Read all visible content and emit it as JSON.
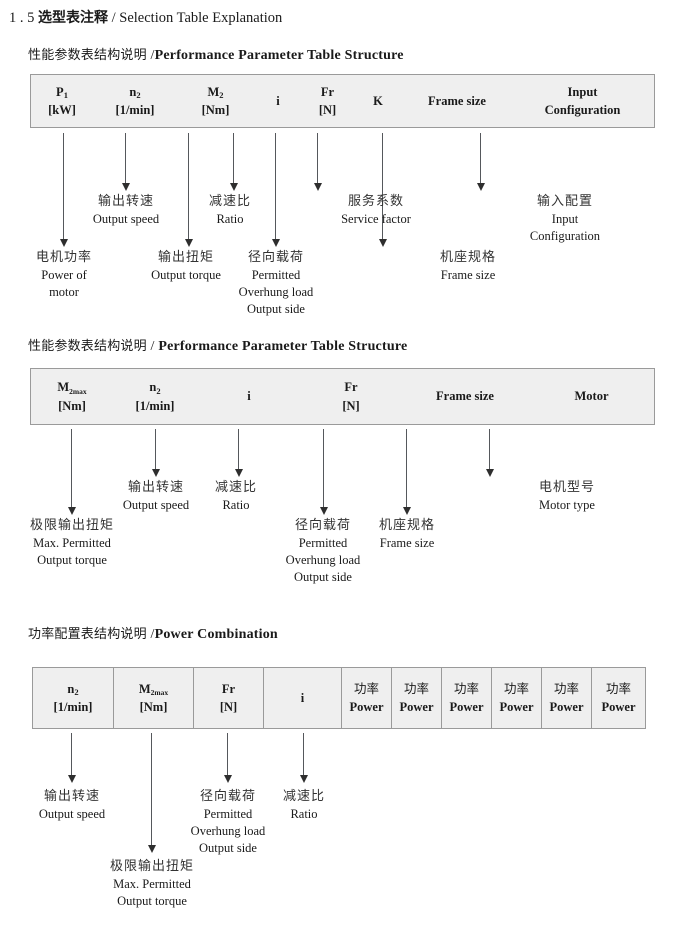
{
  "document": {
    "section_number": "1 . 5",
    "title_cn": "选型表注释",
    "separator": "/",
    "title_en": "Selection Table Explanation"
  },
  "sections": [
    {
      "heading_cn": "性能参数表结构说明",
      "heading_sep": "/",
      "heading_en": "Performance Parameter Table Structure",
      "table": {
        "ruled": false,
        "columns": [
          {
            "symbol": "P",
            "sub": "1",
            "unit": "[kW]"
          },
          {
            "symbol": "n",
            "sub": "2",
            "unit": "[1/min]"
          },
          {
            "symbol": "M",
            "sub": "2",
            "unit": "[Nm]"
          },
          {
            "symbol": "i",
            "sub": "",
            "unit": ""
          },
          {
            "symbol": "Fr",
            "sub": "",
            "unit": "[N]"
          },
          {
            "symbol": "K",
            "sub": "",
            "unit": ""
          },
          {
            "symbol": "Frame size",
            "sub": "",
            "unit": ""
          },
          {
            "symbol": "Input",
            "sub": "",
            "unit": "Configuration"
          }
        ]
      },
      "annotations": [
        {
          "cn": "电机功率",
          "en": [
            "Power of",
            "motor"
          ]
        },
        {
          "cn": "输出转速",
          "en": [
            "Output speed"
          ]
        },
        {
          "cn": "输出扭矩",
          "en": [
            "Output torque"
          ]
        },
        {
          "cn": "减速比",
          "en": [
            "Ratio"
          ]
        },
        {
          "cn": "径向载荷",
          "en": [
            "Permitted",
            "Overhung load",
            "Output side"
          ]
        },
        {
          "cn": "服务系数",
          "en": [
            "Service factor"
          ]
        },
        {
          "cn": "机座规格",
          "en": [
            "Frame size"
          ]
        },
        {
          "cn": "输入配置",
          "en": [
            "Input",
            "Configuration"
          ]
        }
      ]
    },
    {
      "heading_cn": "性能参数表结构说明",
      "heading_sep": "/",
      "heading_en": "Performance Parameter Table Structure",
      "table": {
        "ruled": false,
        "columns": [
          {
            "symbol": "M",
            "sub": "2max",
            "unit": "[Nm]"
          },
          {
            "symbol": "n",
            "sub": "2",
            "unit": "[1/min]"
          },
          {
            "symbol": "i",
            "sub": "",
            "unit": ""
          },
          {
            "symbol": "Fr",
            "sub": "",
            "unit": "[N]"
          },
          {
            "symbol": "Frame size",
            "sub": "",
            "unit": ""
          },
          {
            "symbol": "Motor",
            "sub": "",
            "unit": ""
          }
        ]
      },
      "annotations": [
        {
          "cn": "极限输出扭矩",
          "en": [
            "Max. Permitted",
            "Output  torque"
          ]
        },
        {
          "cn": "输出转速",
          "en": [
            "Output speed"
          ]
        },
        {
          "cn": "减速比",
          "en": [
            "Ratio"
          ]
        },
        {
          "cn": "径向载荷",
          "en": [
            "Permitted",
            "Overhung load",
            "Output side"
          ]
        },
        {
          "cn": "机座规格",
          "en": [
            "Frame size"
          ]
        },
        {
          "cn": "电机型号",
          "en": [
            "Motor type"
          ]
        }
      ]
    },
    {
      "heading_cn": "功率配置表结构说明",
      "heading_sep": "/",
      "heading_en": "Power Combination",
      "table": {
        "ruled": true,
        "columns": [
          {
            "symbol": "n",
            "sub": "2",
            "unit": "[1/min]"
          },
          {
            "symbol": "M",
            "sub": "2max",
            "unit": "[Nm]"
          },
          {
            "symbol": "Fr",
            "sub": "",
            "unit": "[N]"
          },
          {
            "symbol": "i",
            "sub": "",
            "unit": ""
          },
          {
            "symbol": "功率",
            "sub": "",
            "unit": "Power"
          },
          {
            "symbol": "功率",
            "sub": "",
            "unit": "Power"
          },
          {
            "symbol": "功率",
            "sub": "",
            "unit": "Power"
          },
          {
            "symbol": "功率",
            "sub": "",
            "unit": "Power"
          },
          {
            "symbol": "功率",
            "sub": "",
            "unit": "Power"
          },
          {
            "symbol": "功率",
            "sub": "",
            "unit": "Power"
          }
        ]
      },
      "annotations": [
        {
          "cn": "输出转速",
          "en": [
            "Output speed"
          ]
        },
        {
          "cn": "极限输出扭矩",
          "en": [
            "Max. Permitted",
            "Output  torque"
          ]
        },
        {
          "cn": "径向载荷",
          "en": [
            "Permitted",
            "Overhung load",
            "Output side"
          ]
        },
        {
          "cn": "减速比",
          "en": [
            "Ratio"
          ]
        }
      ]
    }
  ]
}
